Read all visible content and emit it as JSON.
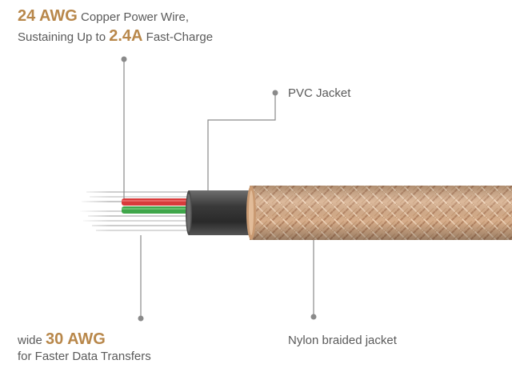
{
  "labels": {
    "power": {
      "line1_highlight": "24 AWG",
      "line1_text": " Copper Power Wire,",
      "line2_text": "Sustaining Up to ",
      "line2_highlight": "2.4A",
      "line2_suffix": " Fast-Charge"
    },
    "pvc": {
      "text": "PVC Jacket"
    },
    "data": {
      "line1_text": "wide ",
      "line1_highlight": "30 AWG",
      "line2_text": "for Faster Data Transfers"
    },
    "nylon": {
      "text": "Nylon braided jacket"
    }
  },
  "colors": {
    "highlight": "#b8874a",
    "text": "#5a5a5a",
    "leader": "#8a8a8a",
    "braid": "#d9b494",
    "red_wire": "#d83b3b",
    "green_wire": "#3fa64a",
    "pvc": "#3d3d3d"
  }
}
